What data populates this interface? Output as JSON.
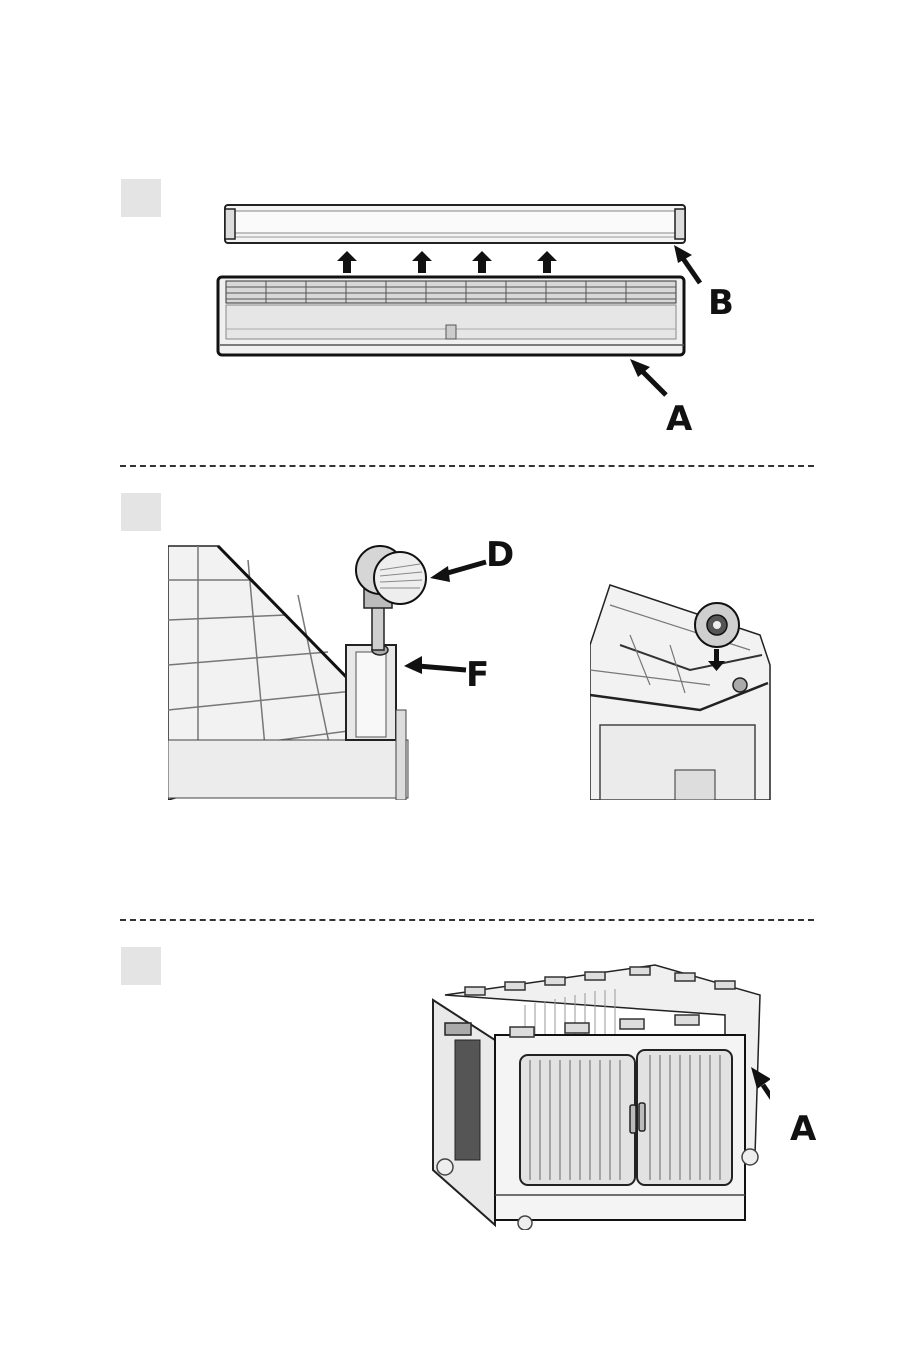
{
  "step1": {
    "labels": {
      "b": "B",
      "a": "A"
    },
    "icons": [
      "up-arrow-icon",
      "pointer-arrow-icon"
    ]
  },
  "step2": {
    "labels": {
      "d": "D",
      "f": "F"
    },
    "icons": [
      "pointer-arrow-icon",
      "down-arrow-icon"
    ]
  },
  "step3": {
    "labels": {
      "a": "A"
    },
    "icons": [
      "pointer-arrow-icon"
    ]
  }
}
